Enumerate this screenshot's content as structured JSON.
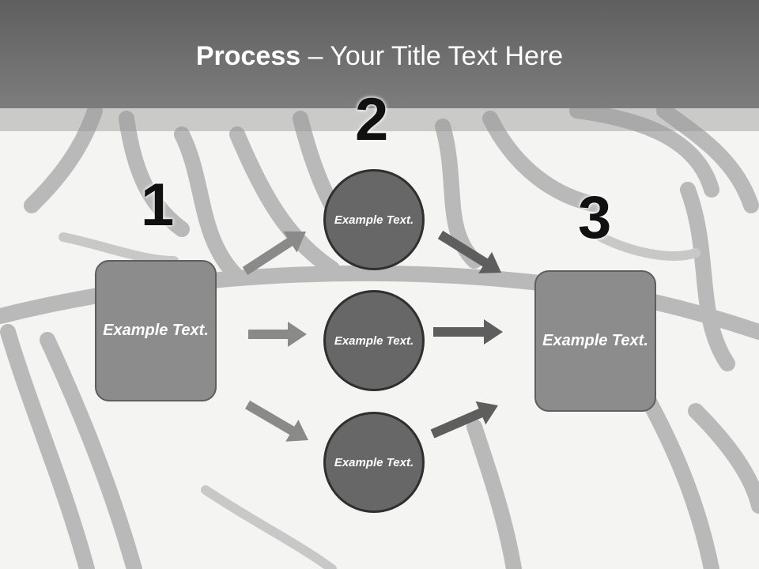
{
  "title": {
    "bold": "Process",
    "rest": " – Your Title Text Here"
  },
  "steps": [
    {
      "number": "1",
      "label": "Example Text."
    },
    {
      "number": "2",
      "label": ""
    },
    {
      "number": "3",
      "label": "Example Text."
    }
  ],
  "circles": [
    {
      "label": "Example Text."
    },
    {
      "label": "Example Text."
    },
    {
      "label": "Example Text."
    }
  ],
  "colors": {
    "title_bar": "#6e6e6e",
    "box_fill": "#8c8c8c",
    "circle_fill": "#676767",
    "arrow_light": "#8a8a8a",
    "arrow_dark": "#5e5e5e"
  }
}
